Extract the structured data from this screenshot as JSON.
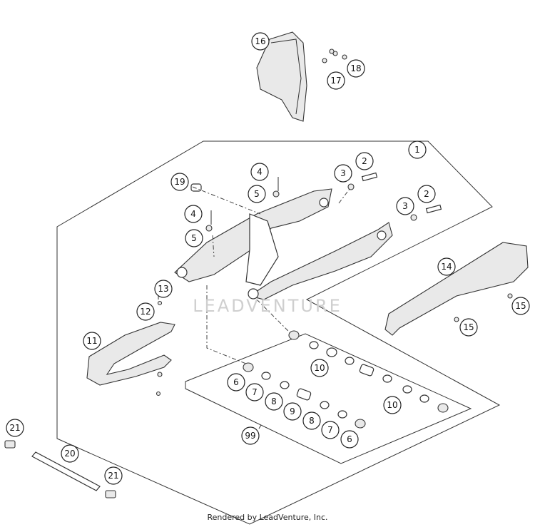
{
  "watermark": "LEADVENTURE",
  "footer": "Rendered by LeadVenture, Inc.",
  "callouts": [
    "16",
    "17",
    "18",
    "1",
    "2",
    "3",
    "2",
    "3",
    "19",
    "4",
    "5",
    "4",
    "5",
    "14",
    "15",
    "15",
    "13",
    "12",
    "11",
    "10",
    "6",
    "7",
    "8",
    "9",
    "10",
    "8",
    "7",
    "6",
    "99",
    "21",
    "20",
    "21"
  ]
}
